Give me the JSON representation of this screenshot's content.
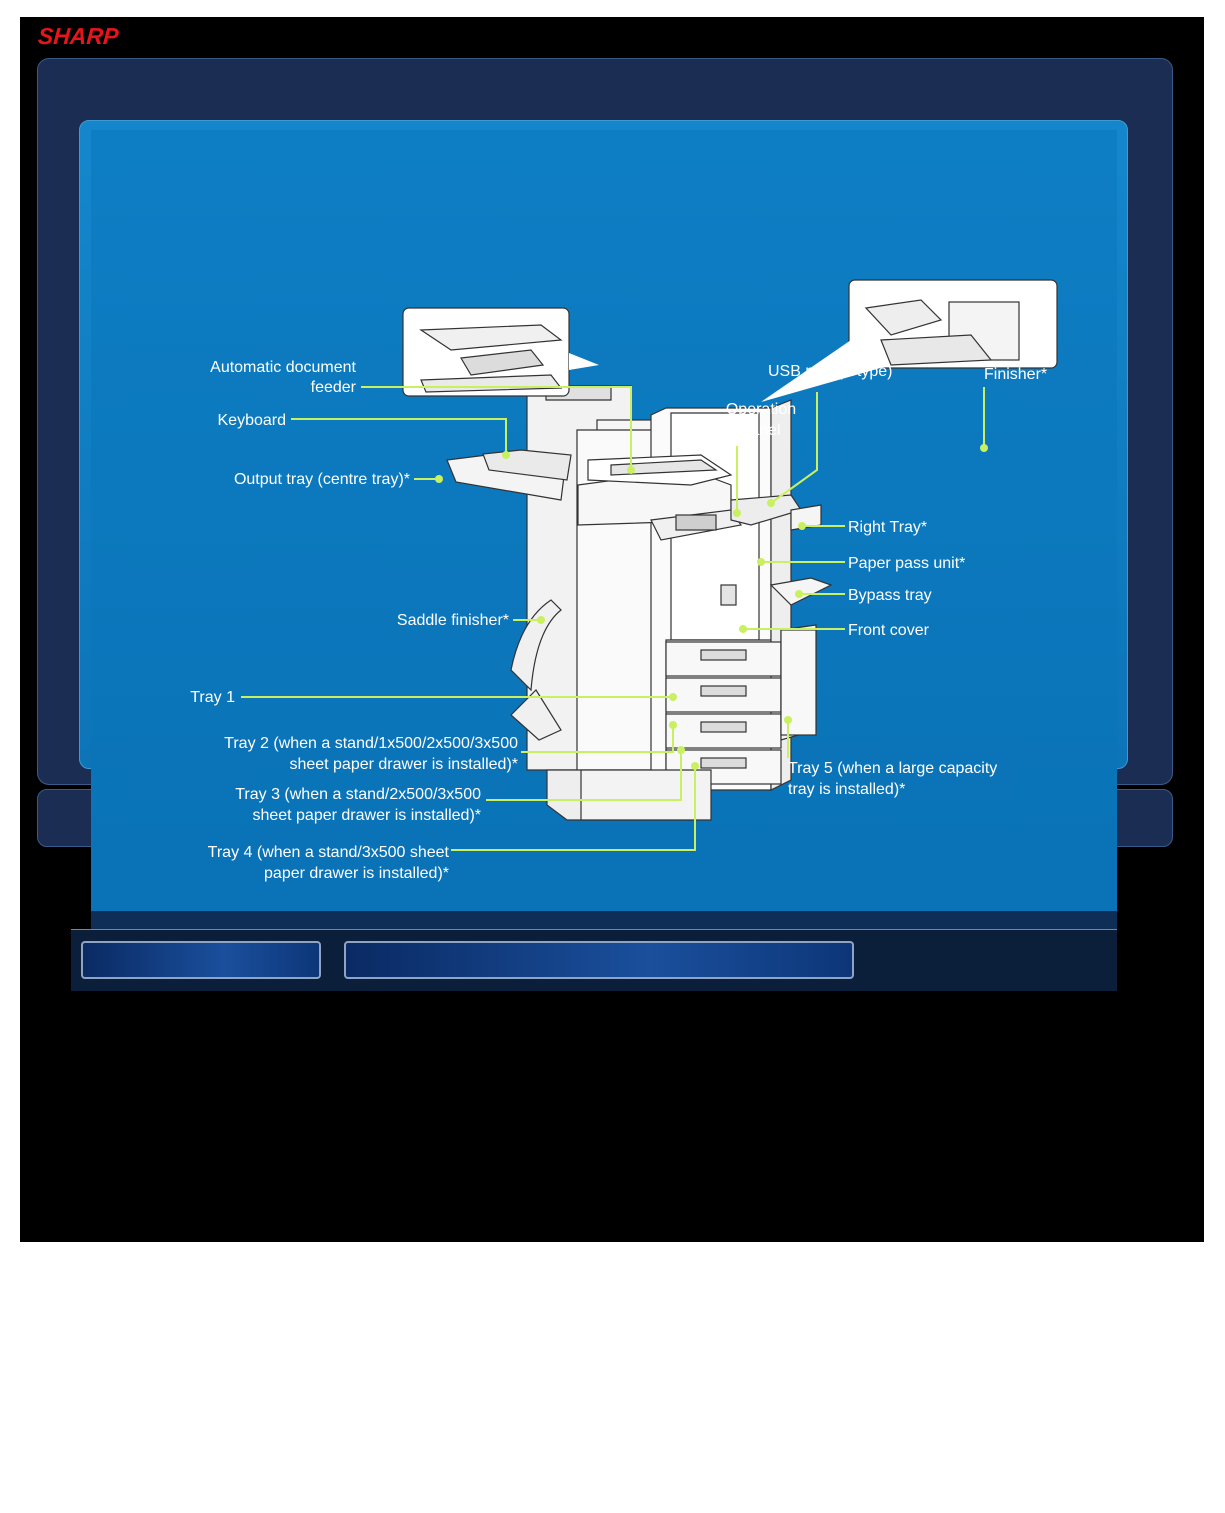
{
  "brand": {
    "logo_text": "SHARP",
    "logo_color": "#e8141b"
  },
  "nav": {
    "button1_label": "",
    "button2_label": ""
  },
  "diagram": {
    "labels": {
      "adf": [
        "Automatic document",
        "feeder"
      ],
      "keyboard": "Keyboard",
      "output_tray": "Output tray (centre tray)*",
      "saddle": "Saddle finisher*",
      "tray1": "Tray 1",
      "tray2": [
        "Tray 2 (when a stand/1x500/2x500/3x500",
        "sheet paper drawer is installed)*"
      ],
      "tray3": [
        "Tray 3 (when a stand/2x500/3x500",
        "sheet paper drawer is installed)*"
      ],
      "tray4": [
        "Tray 4 (when a stand/3x500 sheet",
        "paper drawer is installed)*"
      ],
      "usb": "USB port (A type)",
      "finisher": "Finisher*",
      "operation": [
        "Operation",
        "panel"
      ],
      "right_tray": "Right Tray*",
      "paper_pass": "Paper pass unit*",
      "bypass": "Bypass tray",
      "front_cover": "Front cover",
      "tray5": [
        "Tray 5 (when a large capacity",
        "tray is installed)*"
      ]
    },
    "colors": {
      "leader": "#c8f060",
      "label": "#ffffff",
      "background": "#0e7ec4"
    }
  }
}
